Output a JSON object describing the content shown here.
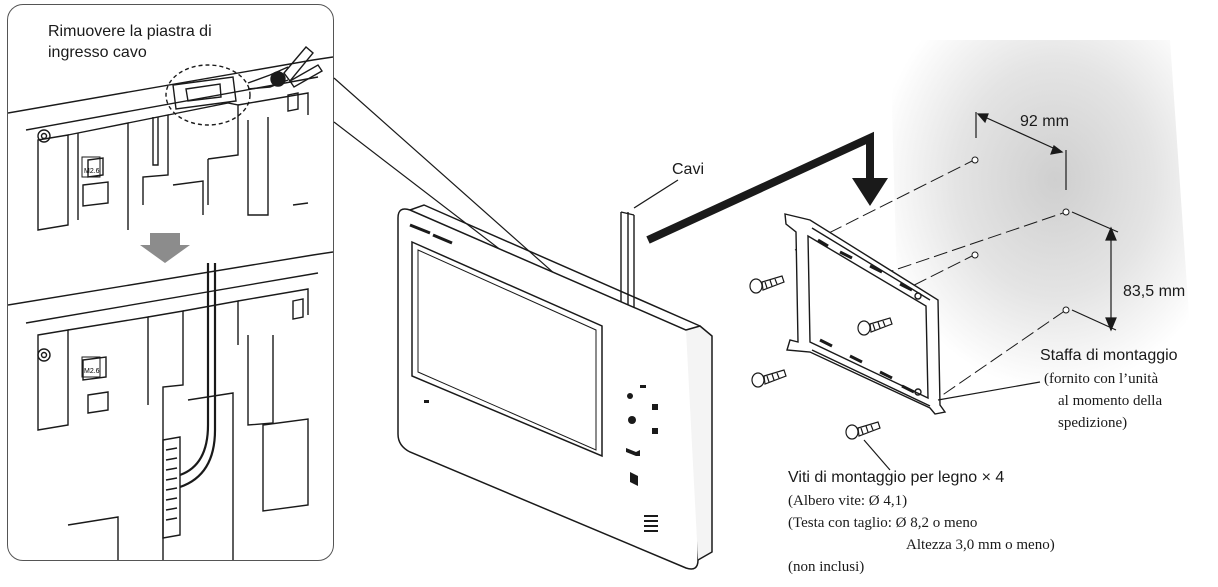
{
  "inset": {
    "remove_plate_label": [
      "Rimuovere la piastra di",
      "ingresso cavo"
    ],
    "screw_mark": "M2.6"
  },
  "main": {
    "cables_label": "Cavi",
    "dimension_width": "92 mm",
    "dimension_height": "83,5 mm",
    "bracket_label": "Staffa di montaggio",
    "bracket_note": [
      "(fornito con l’unità",
      "al momento della",
      "spedizione)"
    ],
    "screws_label": "Viti di montaggio per legno × 4",
    "screws_notes": [
      "(Albero vite: Ø 4,1)",
      "(Testa con taglio: Ø 8,2 o meno",
      "Altezza 3,0 mm o meno)",
      "(non inclusi)"
    ]
  },
  "colors": {
    "line": "#1a1a1a",
    "wall_shadow": "#d9d9d9",
    "arrow_gray": "#8c8c8c"
  }
}
